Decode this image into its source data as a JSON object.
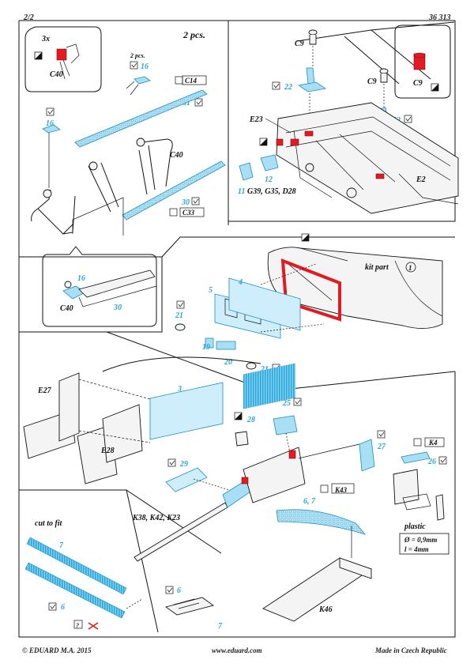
{
  "header": {
    "page": "2/2",
    "code": "36 313"
  },
  "footer": {
    "copyright": "© EDUARD  M.A. 2015",
    "url": "www.eduard.com",
    "made_in": "Made in Czech Republic"
  },
  "panel_top_left": {
    "detail_qty": "3x",
    "detail_part": "C40",
    "pieces_label": "2 pcs.",
    "sub_pieces": "2 pcs.",
    "part_16": "16",
    "part_31": "31",
    "part_30": "30",
    "part_c14": "C14",
    "part_c33": "C33",
    "part_c40": "C40",
    "part_16b": "16",
    "inset_16": "16",
    "inset_30": "30",
    "inset_c40": "C40"
  },
  "panel_top_right": {
    "c9_a": "C9",
    "c9_b": "C9",
    "c9_detail": "C9",
    "part_22a": "22",
    "part_22b": "22",
    "e23": "E23",
    "part_12": "12",
    "part_11": "11",
    "kit_list": "G39, G35, D28",
    "e2": "E2"
  },
  "panel_middle": {
    "kit_part": "kit part",
    "kit_part_num": "1",
    "p4": "4",
    "p5": "5",
    "p21a": "21",
    "p21b": "21",
    "p19": "19",
    "p20": "20"
  },
  "panel_left_mid": {
    "e27": "E27",
    "e28": "E28",
    "p3": "3"
  },
  "panel_gun": {
    "p28": "28",
    "p25": "25",
    "p27": "27",
    "p29": "29",
    "k4": "K4",
    "p26": "26",
    "k43": "K43",
    "p67": "6, 7",
    "gun_parts": "K38, K42, K23",
    "plastic": "plastic",
    "diameter": "Ø = 0,9mm",
    "length": "l = 4mm",
    "k46": "K46"
  },
  "panel_bottom_left": {
    "cut_to_fit": "cut to fit",
    "p7a": "7",
    "p6a": "6",
    "p6b": "6",
    "p7b": "7"
  }
}
